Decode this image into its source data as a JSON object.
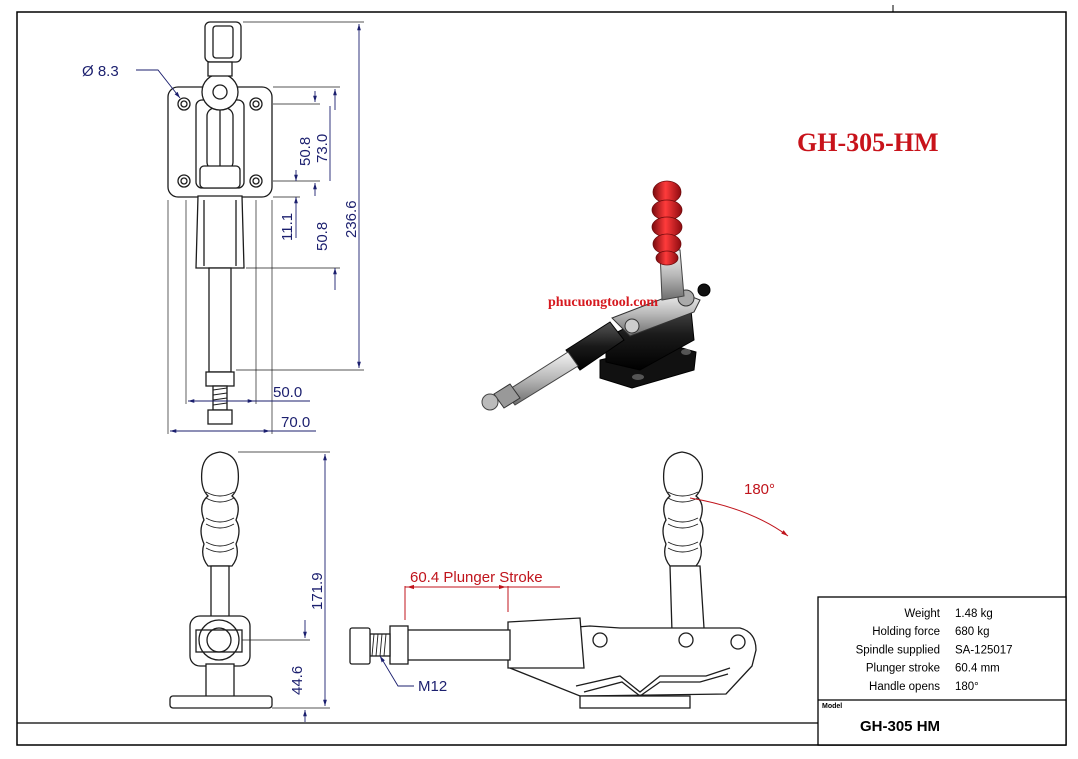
{
  "drawing": {
    "title": "GH-305-HM",
    "watermark": "phucuongtool.com"
  },
  "dimensions": {
    "hole_diameter": "Ø 8.3",
    "d_50_8_a": "50.8",
    "d_73_0": "73.0",
    "d_11_1": "11.1",
    "d_50_8_b": "50.8",
    "d_236_6": "236.6",
    "d_50_0": "50.0",
    "d_70_0": "70.0",
    "d_171_9": "171.9",
    "d_44_6": "44.6",
    "thread": "M12",
    "stroke": "60.4 Plunger Stroke",
    "angle": "180°"
  },
  "specs": [
    {
      "label": "Weight",
      "value": "1.48 kg"
    },
    {
      "label": "Holding force",
      "value": "680 kg"
    },
    {
      "label": "Spindle supplied",
      "value": "SA-125017"
    },
    {
      "label": "Plunger stroke",
      "value": "60.4 mm"
    },
    {
      "label": "Handle opens",
      "value": "180°"
    }
  ],
  "model": {
    "label": "Model",
    "value": "GH-305 HM"
  },
  "colors": {
    "title_red": "#c8131b",
    "dimension_blue": "#1b1f6e",
    "grip_red": "#d8141c"
  }
}
